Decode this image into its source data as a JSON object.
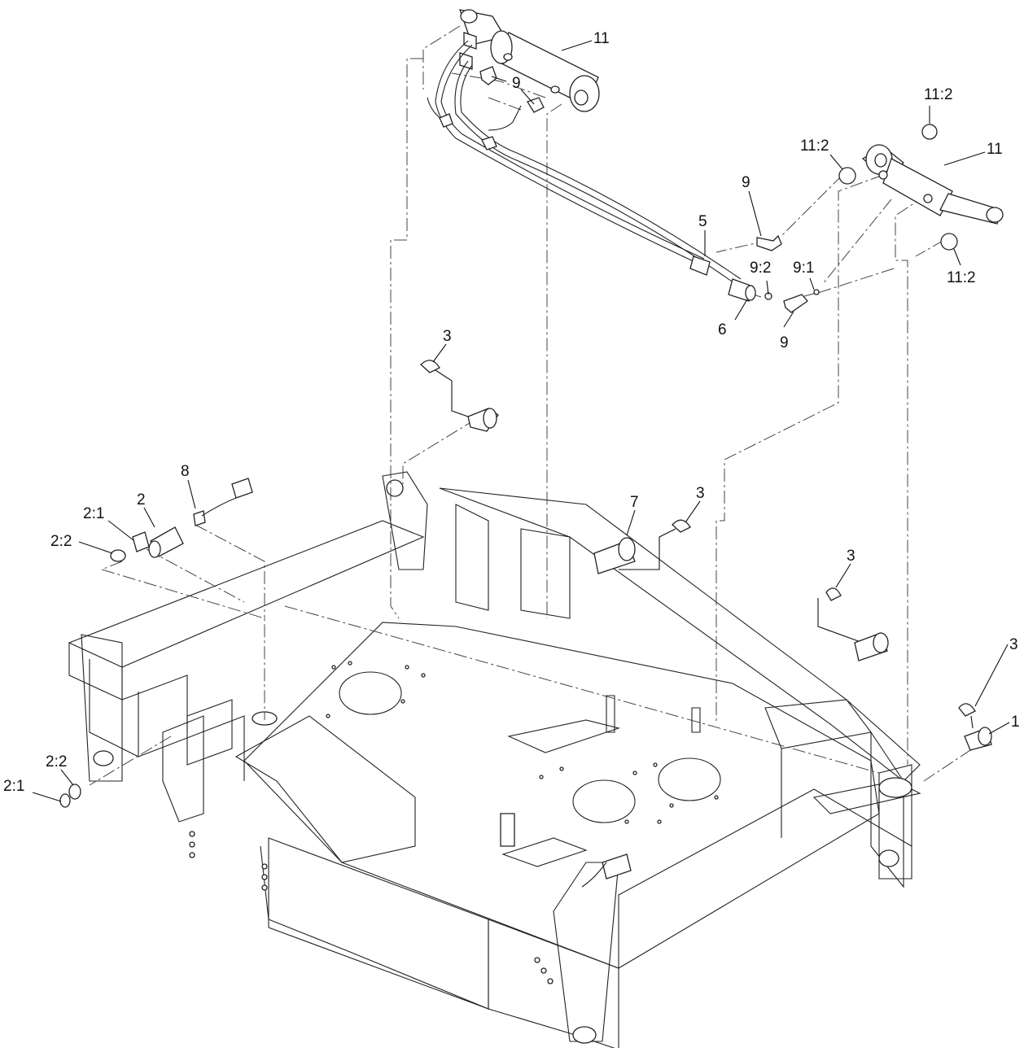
{
  "callouts": {
    "c11_top": "11",
    "c9_top": "9",
    "c11_2_a": "11:2",
    "c11_2_b": "11:2",
    "c11_right": "11",
    "c9_right": "9",
    "c5": "5",
    "c9_2": "9:2",
    "c9_1": "9:1",
    "c11_2_c": "11:2",
    "c6": "6",
    "c9_low": "9",
    "c3_a": "3",
    "c8": "8",
    "c2": "2",
    "c2_1_a": "2:1",
    "c2_2_a": "2:2",
    "c7": "7",
    "c3_b": "3",
    "c3_c": "3",
    "c3_d": "3",
    "c1": "1",
    "c2_2_b": "2:2",
    "c2_1_b": "2:1"
  }
}
